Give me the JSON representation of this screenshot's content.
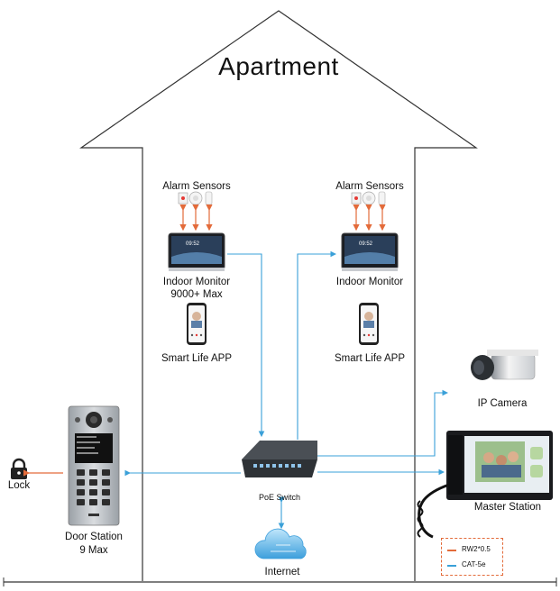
{
  "title": "Apartment",
  "alarm_sensors_left": "Alarm Sensors",
  "alarm_sensors_right": "Alarm Sensors",
  "indoor_monitor_left_line1": "Indoor Monitor",
  "indoor_monitor_left_line2": "9000+ Max",
  "indoor_monitor_right": "Indoor Monitor",
  "monitor_clock": "09:52",
  "smart_life_left": "Smart Life APP",
  "smart_life_right": "Smart Life APP",
  "ip_camera": "IP Camera",
  "poe_switch": "PoE Switch",
  "master_station": "Master Station",
  "door_station_line1": "Door Station",
  "door_station_line2": "9 Max",
  "lock": "Lock",
  "internet": "Internet",
  "legend": {
    "rw": "RW2*0.5",
    "cat": "CAT-5e"
  },
  "colors": {
    "rw_line": "#e36b3a",
    "cat_line": "#3aa0d8",
    "house_outline": "#333333"
  },
  "icons": [
    "lock-icon",
    "door-station-icon",
    "alarm-sensor-icons",
    "indoor-monitor-icon",
    "smartphone-icon",
    "poe-switch-icon",
    "cloud-icon",
    "ip-camera-icon",
    "master-station-icon"
  ]
}
